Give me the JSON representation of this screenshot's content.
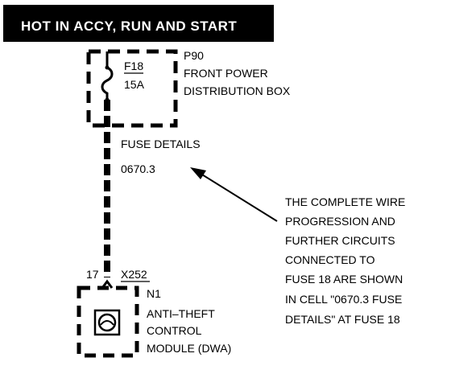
{
  "header": {
    "text": "HOT IN ACCY, RUN AND START"
  },
  "fuse_box": {
    "fuse_id": "F18",
    "fuse_rating": "15A",
    "box_code": "P90",
    "box_name_line1": "FRONT POWER",
    "box_name_line2": "DISTRIBUTION BOX"
  },
  "fuse_details": {
    "line1": "FUSE DETAILS",
    "line2": "0670.3"
  },
  "connector": {
    "pin": "17",
    "name": "X252"
  },
  "module": {
    "code": "N1",
    "line1": "ANTI–THEFT",
    "line2": "CONTROL",
    "line3": "MODULE (DWA)"
  },
  "note": {
    "lines": [
      "THE COMPLETE WIRE",
      "PROGRESSION AND",
      "FURTHER CIRCUITS",
      "CONNECTED TO",
      "FUSE 18 ARE SHOWN",
      "IN CELL \"0670.3 FUSE",
      "DETAILS\" AT FUSE 18"
    ]
  },
  "colors": {
    "ink": "#000000",
    "paper": "#ffffff"
  }
}
